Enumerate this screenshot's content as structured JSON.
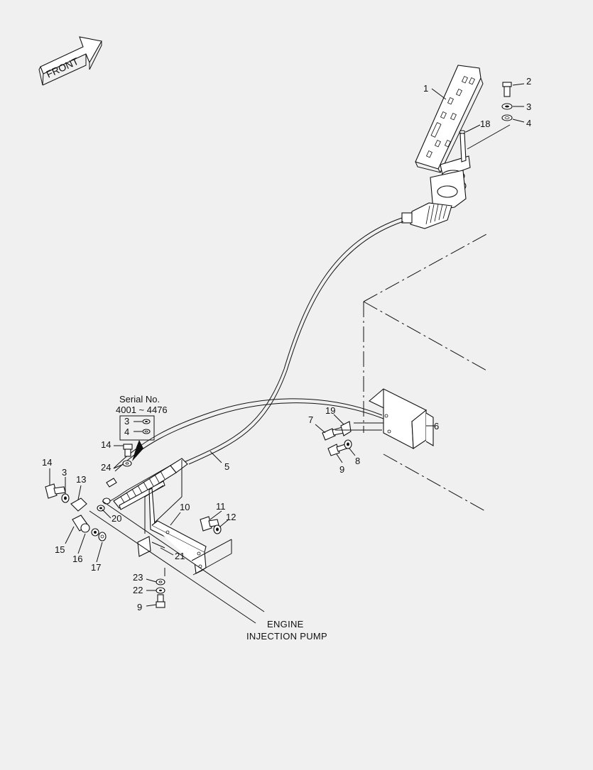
{
  "front_arrow": {
    "label": "FRONT"
  },
  "serial_box": {
    "title": "Serial No.",
    "range": "4001 ~ 4476"
  },
  "callouts": {
    "c1": "1",
    "c2": "2",
    "c3a": "3",
    "c4a": "4",
    "c18": "18",
    "c6": "6",
    "c7": "7",
    "c19": "19",
    "c9a": "9",
    "c8": "8",
    "c5": "5",
    "c3b": "3",
    "c4b": "4",
    "c14a": "14",
    "c24": "24",
    "c14b": "14",
    "c3c": "3",
    "c13": "13",
    "c20": "20",
    "c10": "10",
    "c11": "11",
    "c12": "12",
    "c15": "15",
    "c16": "16",
    "c17": "17",
    "c21": "21",
    "c23": "23",
    "c22": "22",
    "c9b": "9"
  },
  "caption": {
    "line1": "ENGINE",
    "line2": "INJECTION PUMP"
  }
}
